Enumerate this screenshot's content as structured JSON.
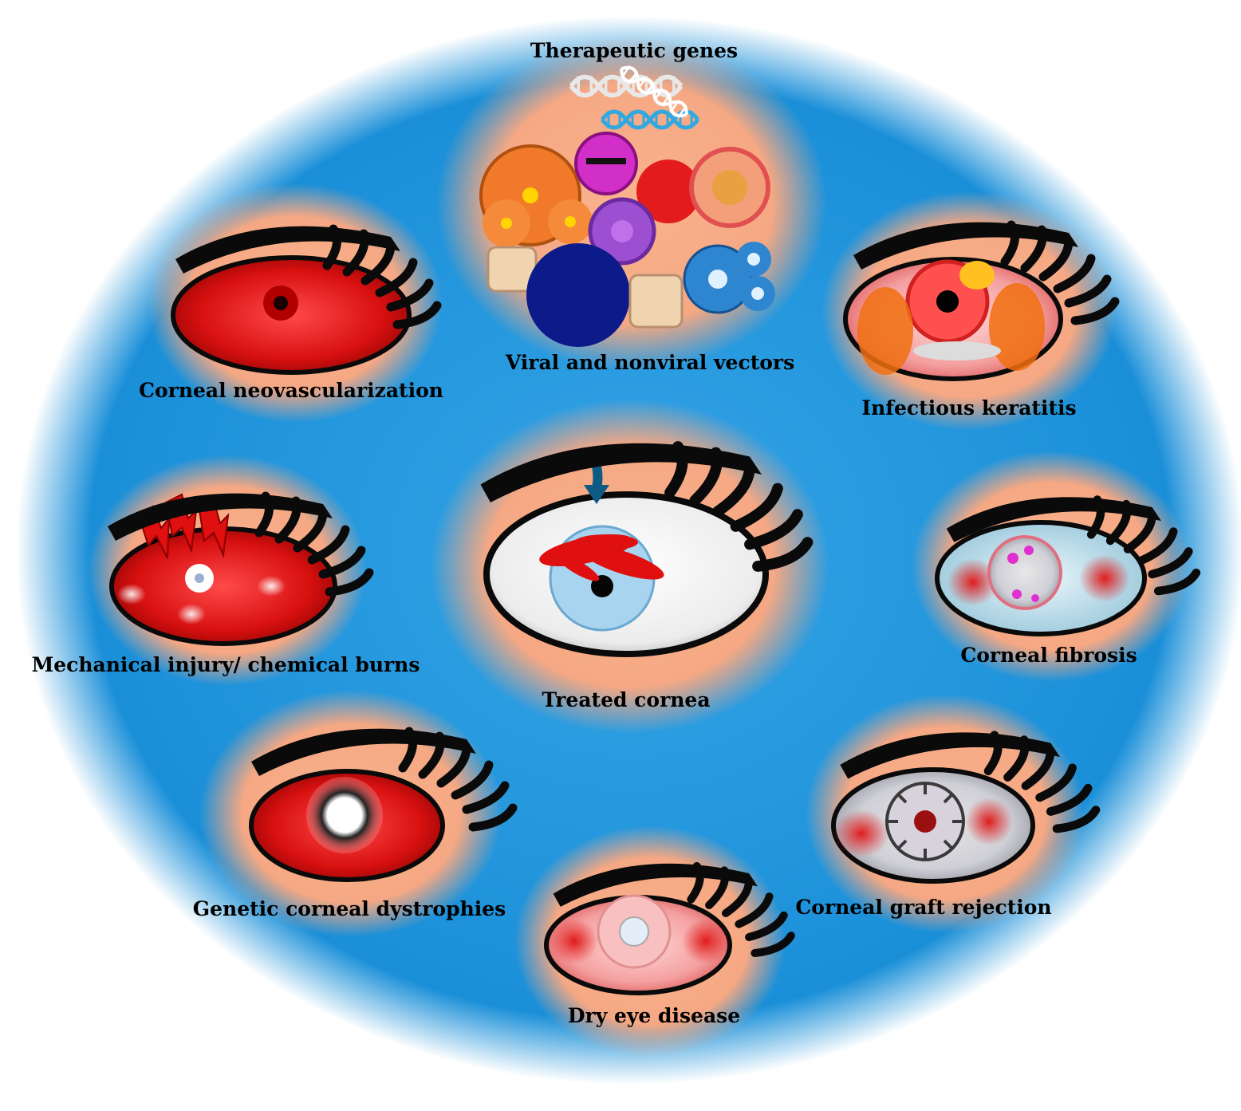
{
  "labels": {
    "genes": "Therapeutic genes",
    "vectors": "Viral and nonviral vectors",
    "neovascularization": "Corneal neovascularization",
    "keratitis": "Infectious keratitis",
    "injury": "Mechanical injury/ chemical burns",
    "treated": "Treated cornea",
    "fibrosis": "Corneal fibrosis",
    "dystrophies": "Genetic corneal dystrophies",
    "graft": "Corneal graft rejection",
    "dry_eye": "Dry eye disease"
  },
  "colors": {
    "background_blue": "#1a8fd8",
    "halo_peach": "#f7b08a",
    "inflamed_red": "#d81010",
    "healthy_white": "#f2f2f2",
    "cornea_blue": "#a8d4f0",
    "lash_black": "#0a0a0a"
  },
  "icons": {
    "dna": "dna-helix-icon",
    "vector": "vector-particle-icon",
    "arrow": "delivery-arrow-icon",
    "lightning": "lightning-bolt-icon"
  }
}
